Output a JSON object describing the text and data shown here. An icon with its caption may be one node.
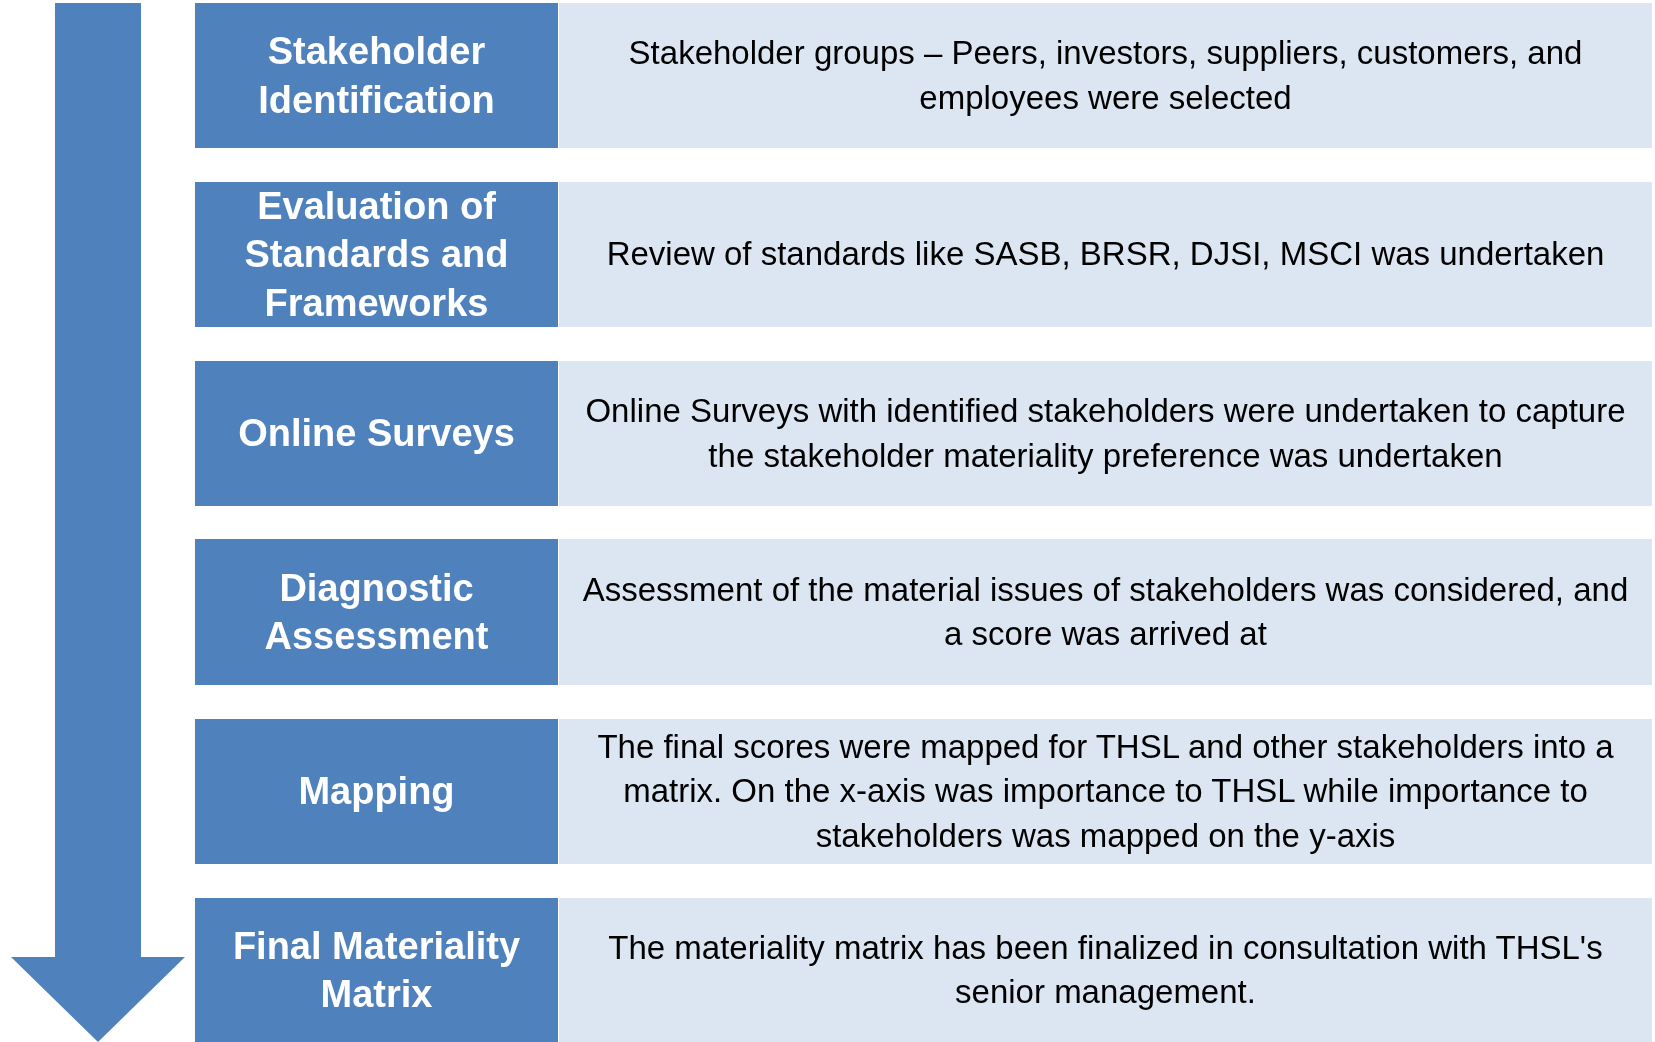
{
  "diagram": {
    "nodes": [
      {
        "text": [
          "Stakeholder Identification"
        ]
      },
      {
        "text": [
          "Stakeholder groups – Peers, investors, suppliers, customers, and employees were selected"
        ]
      },
      {
        "text": [
          "Evaluation of Standards and Frameworks"
        ]
      },
      {
        "text": [
          "Review of standards like SASB, BRSR, DJSI, MSCI was undertaken"
        ]
      },
      {
        "text": [
          "Online Surveys"
        ]
      },
      {
        "text": [
          "Online Surveys with identified stakeholders were undertaken to capture the stakeholder materiality preference was undertaken"
        ]
      },
      {
        "text": [
          "Diagnostic Assessment"
        ]
      },
      {
        "text": [
          "Assessment of the material issues of stakeholders was considered, and a score was arrived at"
        ]
      },
      {
        "text": [
          "Mapping"
        ]
      },
      {
        "text": [
          "The final scores were mapped for THSL and other stakeholders into a matrix. On the x-axis was importance to THSL while importance to stakeholders was mapped on the y-axis"
        ]
      },
      {
        "text": [
          "Final Materiality Matrix"
        ]
      },
      {
        "text": [
          "The materiality matrix has been finalized in consultation with THSL's senior management."
        ]
      }
    ]
  }
}
